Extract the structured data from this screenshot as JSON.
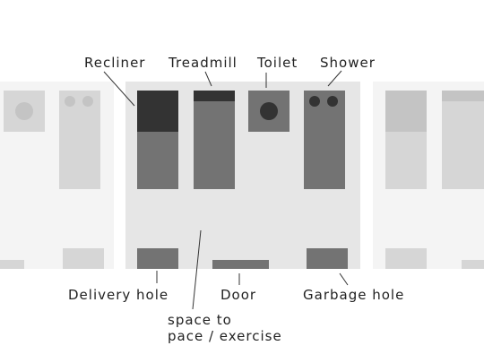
{
  "labels": {
    "recliner": "Recliner",
    "treadmill": "Treadmill",
    "toilet": "Toilet",
    "shower": "Shower",
    "delivery_hole": "Delivery hole",
    "door": "Door",
    "garbage_hole": "Garbage hole",
    "pace_line1": "space to",
    "pace_line2": "pace / exercise"
  },
  "colors": {
    "room_floor": "#e6e6e6",
    "neighbor_floor": "#f4f4f4",
    "furniture": "#737373",
    "furniture_dark": "#333333",
    "neighbor_furniture": "#d6d6d6",
    "neighbor_furniture_top": "#c4c4c4",
    "label_text": "#222222"
  }
}
